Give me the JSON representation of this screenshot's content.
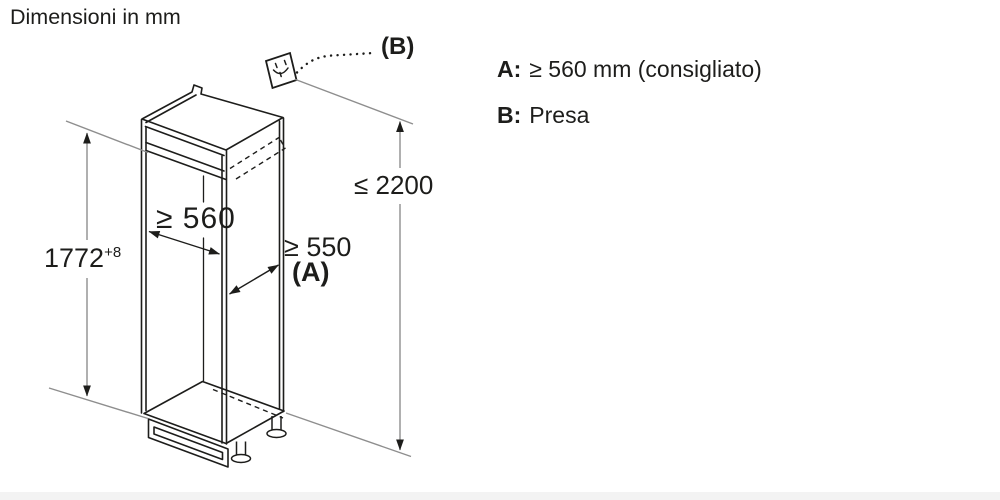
{
  "title": "Dimensioni in mm",
  "legend": {
    "items": [
      {
        "key": "A:",
        "value": "≥ 560 mm (consigliato)"
      },
      {
        "key": "B:",
        "value": "Presa"
      }
    ]
  },
  "dimensions": {
    "niche_height": {
      "value": "1772",
      "tolerance": "+8"
    },
    "max_height": "≤ 2200",
    "niche_width": "≥ 560",
    "niche_depth": "≥ 550",
    "depth_ref": "(A)",
    "socket_ref": "(B)"
  },
  "icons": {
    "socket": "power-socket-icon"
  },
  "colors": {
    "drawing_line": "#1d1d1b",
    "dimension_line": "#8e8e8e",
    "text": "#1d1d1b",
    "background": "#ffffff"
  }
}
